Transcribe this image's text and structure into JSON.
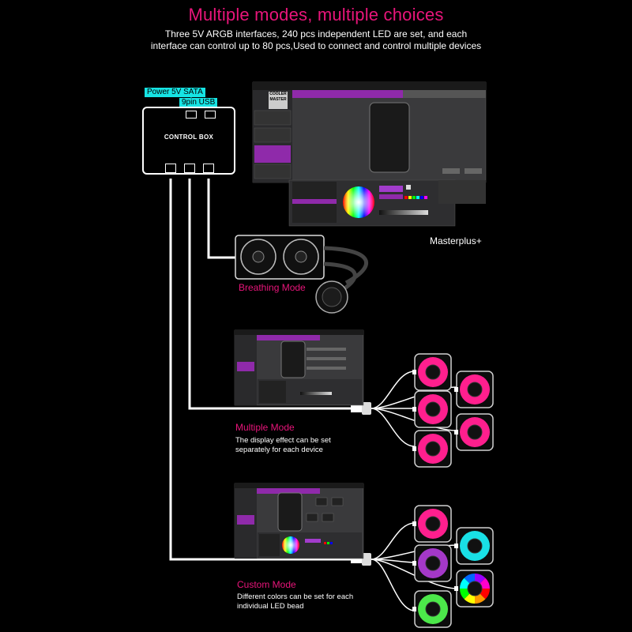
{
  "header": {
    "title": "Multiple modes, multiple choices",
    "subtitle_line1": "Three 5V ARGB interfaces, 240 pcs independent LED are set, and each",
    "subtitle_line2": "interface can control up to 80 pcs,Used to connect and control multiple devices"
  },
  "control_box": {
    "power_label": "Power 5V SATA",
    "usb_label": "9pin USB",
    "name": "CONTROL BOX"
  },
  "software": {
    "name": "Masterplus+",
    "logo_text": "COOLER MASTER"
  },
  "modes": {
    "breathing": {
      "title": "Breathing Mode"
    },
    "multiple": {
      "title": "Multiple Mode",
      "desc_line1": "The display effect can be set",
      "desc_line2": "separately for each device"
    },
    "custom": {
      "title": "Custom Mode",
      "desc_line1": "Different colors can be set for each",
      "desc_line2": "individual LED bead"
    }
  },
  "colors": {
    "accent": "#e8157a",
    "label_bg": "#16e4e4",
    "ui_purple": "#9b2ab8",
    "fan_pink": "#ff1f8e",
    "fan_cyan": "#19e0e6",
    "fan_purple": "#a438c8",
    "fan_green": "#4ce84a"
  }
}
